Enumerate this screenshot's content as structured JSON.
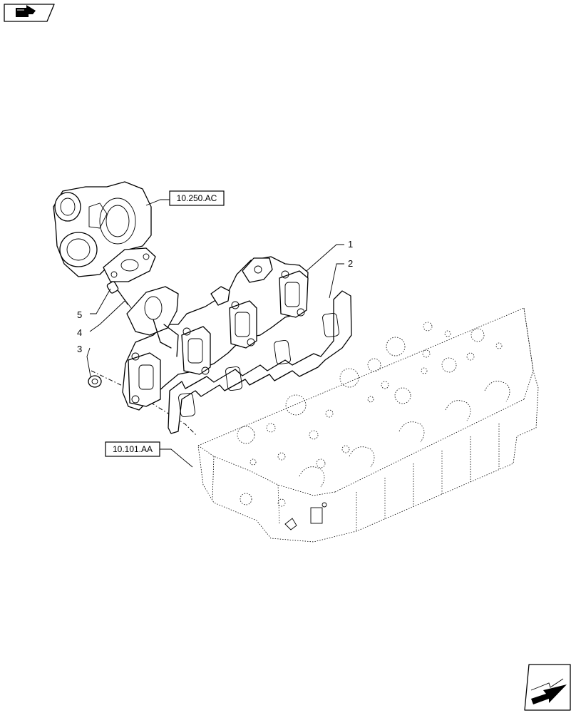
{
  "callouts": {
    "item_1": "1",
    "item_2": "2",
    "item_3": "3",
    "item_4": "4",
    "item_5": "5"
  },
  "references": {
    "turbo_ref": "10.250.AC",
    "head_ref": "10.101.AA"
  },
  "icons": {
    "top_left": "book-arrow-icon",
    "bottom_right": "next-page-arrow-icon"
  }
}
